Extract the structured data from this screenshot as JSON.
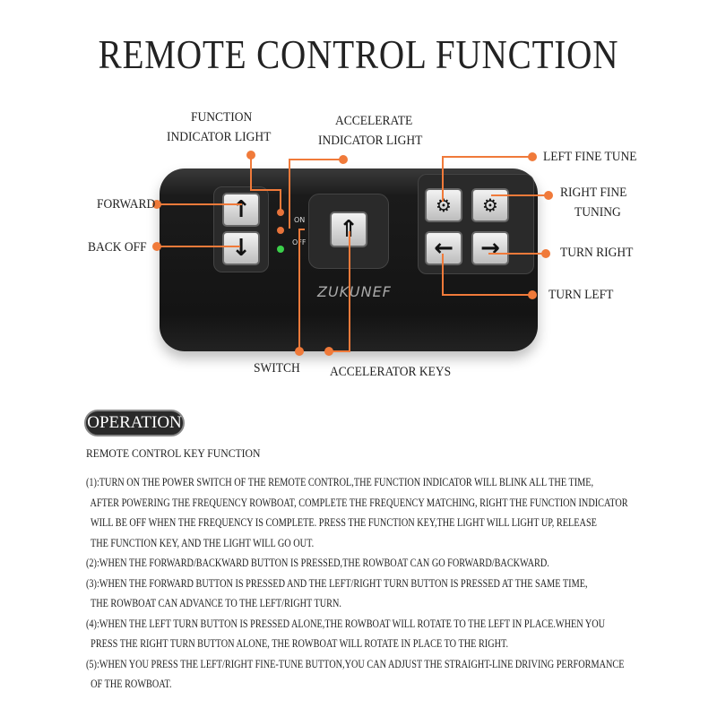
{
  "title": "REMOTE CONTROL FUNCTION",
  "labels": {
    "function_indicator": "FUNCTION\nINDICATOR LIGHT",
    "function_indicator_1": "FUNCTION",
    "function_indicator_2": "INDICATOR LIGHT",
    "accelerate_indicator_1": "ACCELERATE",
    "accelerate_indicator_2": "INDICATOR LIGHT",
    "forward": "FORWARD",
    "back_off": "BACK OFF",
    "switch": "SWITCH",
    "accelerator_keys": "ACCELERATOR KEYS",
    "left_fine_tune": "LEFT FINE TUNE",
    "right_fine_tuning_1": "RIGHT FINE",
    "right_fine_tuning_2": "TUNING",
    "turn_right": "TURN RIGHT",
    "turn_left": "TURN LEFT"
  },
  "remote": {
    "on": "ON",
    "off": "OFF",
    "brand": "ZUKUNEF",
    "accent": "#e8743b",
    "led_color": "#3bd04a"
  },
  "operation": {
    "badge": "OPERATION",
    "subtitle": "REMOTE CONTROL KEY FUNCTION",
    "lines": [
      "(1):TURN ON THE POWER SWITCH OF THE REMOTE CONTROL,THE FUNCTION INDICATOR WILL BLINK ALL THE TIME,",
      "  AFTER POWERING THE FREQUENCY ROWBOAT, COMPLETE THE FREQUENCY MATCHING, RIGHT THE FUNCTION INDICATOR",
      "  WILL BE OFF WHEN THE FREQUENCY IS COMPLETE. PRESS THE FUNCTION KEY,THE LIGHT WILL LIGHT UP, RELEASE",
      "  THE FUNCTION KEY, AND THE LIGHT WILL GO OUT.",
      "(2):WHEN THE FORWARD/BACKWARD BUTTON IS PRESSED,THE ROWBOAT CAN GO FORWARD/BACKWARD.",
      "(3):WHEN THE FORWARD BUTTON IS PRESSED AND THE LEFT/RIGHT TURN BUTTON IS PRESSED AT THE SAME TIME,",
      "  THE ROWBOAT CAN ADVANCE TO THE LEFT/RIGHT TURN.",
      "(4):WHEN THE LEFT TURN BUTTON IS PRESSED ALONE,THE ROWBOAT WILL ROTATE TO THE LEFT IN PLACE.WHEN YOU",
      "  PRESS THE RIGHT TURN BUTTON ALONE, THE ROWBOAT WILL ROTATE IN PLACE TO THE RIGHT.",
      "(5):WHEN YOU PRESS THE LEFT/RIGHT FINE-TUNE BUTTON,YOU CAN ADJUST THE STRAIGHT-LINE DRIVING PERFORMANCE",
      "  OF THE ROWBOAT."
    ]
  }
}
